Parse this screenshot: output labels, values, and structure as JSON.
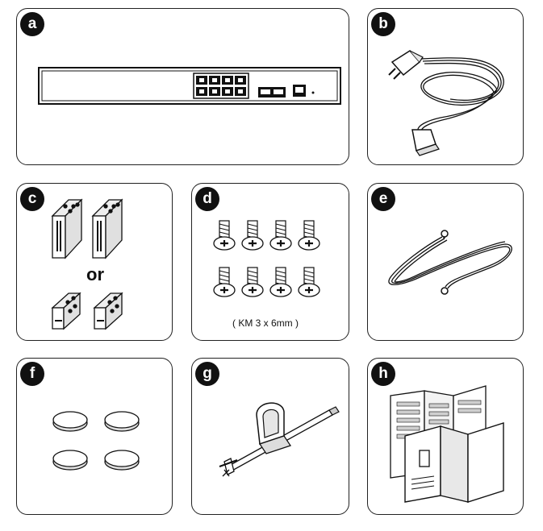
{
  "panels": [
    {
      "letter": "a",
      "item": "switch-unit"
    },
    {
      "letter": "b",
      "item": "power-cord"
    },
    {
      "letter": "c",
      "item": "rack-mount-brackets",
      "or_text": "or"
    },
    {
      "letter": "d",
      "item": "screws",
      "spec_text": "( KM 3 x 6mm )"
    },
    {
      "letter": "e",
      "item": "grounding-cable"
    },
    {
      "letter": "f",
      "item": "rubber-feet"
    },
    {
      "letter": "g",
      "item": "cable-clip-tie"
    },
    {
      "letter": "h",
      "item": "user-manual"
    }
  ],
  "colors": {
    "outline": "#222222",
    "badge": "#111111",
    "fill_light": "#f2f2f2",
    "fill_dark": "#cfcfcf"
  }
}
